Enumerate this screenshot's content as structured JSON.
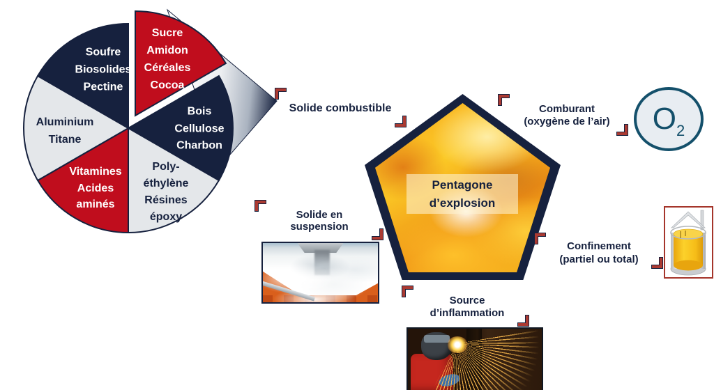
{
  "colors": {
    "navy": "#16213e",
    "red": "#c00d1d",
    "light_gray": "#e4e7ea",
    "bracket_red": "#ab3a32",
    "o2_teal": "#14506b",
    "frame_red": "#a5352b",
    "fire_orange": "#f6a61c"
  },
  "chart_data": {
    "type": "pie",
    "title": "",
    "categories": [
      "Sucre / Amidon / Céréales / Cocoa",
      "Bois / Cellulose / Charbon",
      "Poly-éthylène / Résines époxy",
      "Vitamines / Acides aminés",
      "Aluminium / Titane",
      "Soufre / Biosolides / Pectine"
    ],
    "values": [
      1,
      1,
      1,
      1,
      1,
      1
    ],
    "slice_colors": [
      "#c00d1d",
      "#16213e",
      "#e4e7ea",
      "#c00d1d",
      "#e4e7ea",
      "#16213e"
    ],
    "note": "Six equal 60° wedges; the 'Sucre Amidon Céréales Cocoa' wedge is exploded toward the upper right and a gradient callout wedge points to 'Solide combustible'."
  },
  "pie": {
    "slices": [
      {
        "id": "sucre",
        "lines": [
          "Sucre",
          "Amidon",
          "Céréales",
          "Cocoa"
        ],
        "color": "#c00d1d"
      },
      {
        "id": "bois",
        "lines": [
          "Bois",
          "Cellulose",
          "Charbon"
        ],
        "color": "#16213e"
      },
      {
        "id": "poly",
        "lines": [
          "Poly-",
          "éthylène",
          "Résines",
          "époxy"
        ],
        "color": "#e4e7ea"
      },
      {
        "id": "vitamines",
        "lines": [
          "Vitamines",
          "Acides",
          "aminés"
        ],
        "color": "#c00d1d"
      },
      {
        "id": "aluminium",
        "lines": [
          "Aluminium",
          "Titane"
        ],
        "color": "#e4e7ea"
      },
      {
        "id": "soufre",
        "lines": [
          "Soufre",
          "Biosolides",
          "Pectine"
        ],
        "color": "#16213e"
      }
    ]
  },
  "pentagon": {
    "title": [
      "Pentagone",
      "d’explosion"
    ],
    "labels": {
      "solide_combustible": [
        "Solide combustible"
      ],
      "comburant": [
        "Comburant",
        "(oxygène de l’air)"
      ],
      "confinement": [
        "Confinement",
        "(partiel ou total)"
      ],
      "source_inflammation": [
        "Source",
        "d’inflammation"
      ],
      "solide_suspension": [
        "Solide en",
        "suspension"
      ]
    }
  },
  "o2_badge": {
    "element": "O",
    "subscript": "2"
  },
  "images": {
    "dust": "dust-cloud-suspension-photo",
    "welding": "welding-sparks-photo",
    "container": "storage-vessel-illustration"
  }
}
